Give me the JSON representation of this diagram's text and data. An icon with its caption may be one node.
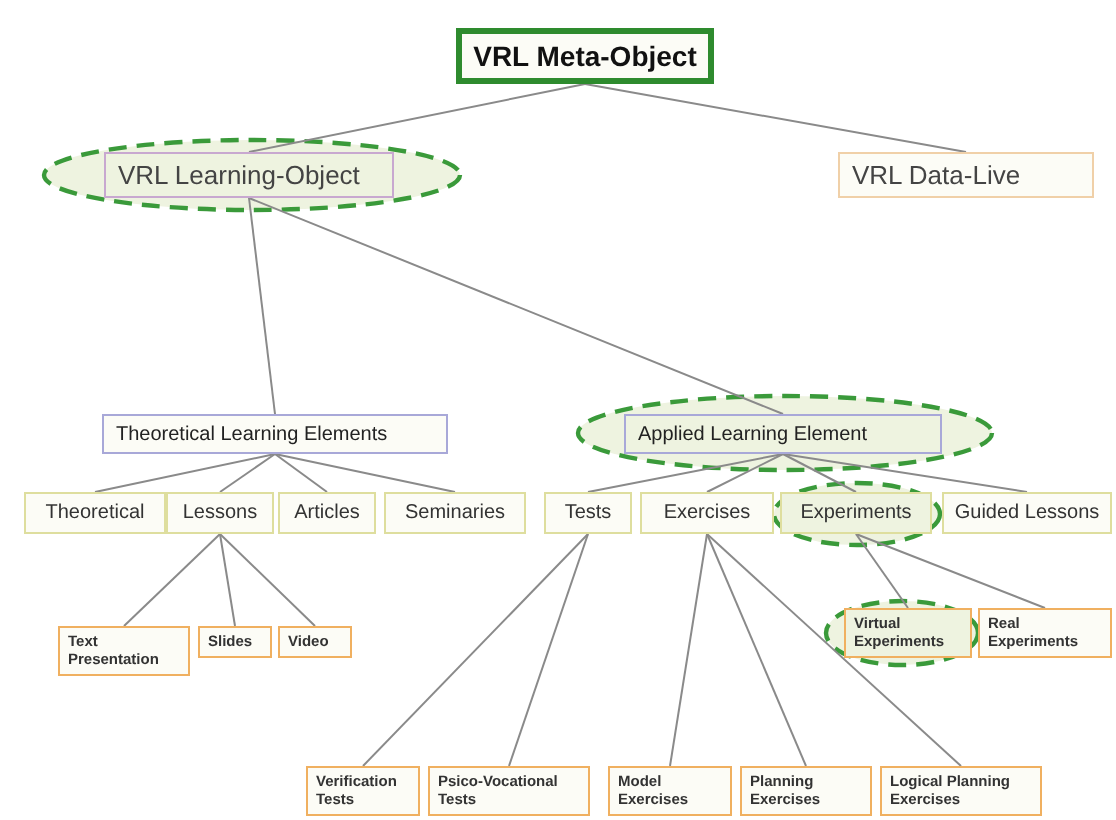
{
  "diagram": {
    "nodes": [
      {
        "text": [
          "VRL Meta-Object"
        ]
      },
      {
        "text": [
          "VRL Learning-Object"
        ]
      },
      {
        "text": [
          "VRL Data-Live"
        ]
      },
      {
        "text": [
          "Theoretical Learning Elements"
        ]
      },
      {
        "text": [
          "Applied Learning Element"
        ]
      },
      {
        "text": [
          "Theoretical"
        ]
      },
      {
        "text": [
          "Lessons"
        ]
      },
      {
        "text": [
          "Articles"
        ]
      },
      {
        "text": [
          "Seminaries"
        ]
      },
      {
        "text": [
          "Tests"
        ]
      },
      {
        "text": [
          "Exercises"
        ]
      },
      {
        "text": [
          "Experiments"
        ]
      },
      {
        "text": [
          "Guided Lessons"
        ]
      },
      {
        "text": [
          "Text Presentation"
        ]
      },
      {
        "text": [
          "Slides"
        ]
      },
      {
        "text": [
          "Video"
        ]
      },
      {
        "text": [
          "Virtual Experiments"
        ]
      },
      {
        "text": [
          "Real Experiments"
        ]
      },
      {
        "text": [
          "Verification Tests"
        ]
      },
      {
        "text": [
          "Psico-Vocational Tests"
        ]
      },
      {
        "text": [
          "Model Exercises"
        ]
      },
      {
        "text": [
          "Planning Exercises"
        ]
      },
      {
        "text": [
          "Logical Planning Exercises"
        ]
      }
    ],
    "edges": [
      {
        "from": 0,
        "to": 1,
        "arrow": "none"
      },
      {
        "from": 0,
        "to": 2,
        "arrow": "none"
      },
      {
        "from": 1,
        "to": 3,
        "arrow": "none"
      },
      {
        "from": 1,
        "to": 4,
        "arrow": "none"
      },
      {
        "from": 3,
        "to": 5,
        "arrow": "none"
      },
      {
        "from": 3,
        "to": 6,
        "arrow": "none"
      },
      {
        "from": 3,
        "to": 7,
        "arrow": "none"
      },
      {
        "from": 3,
        "to": 8,
        "arrow": "none"
      },
      {
        "from": 4,
        "to": 9,
        "arrow": "none"
      },
      {
        "from": 4,
        "to": 10,
        "arrow": "none"
      },
      {
        "from": 4,
        "to": 11,
        "arrow": "none"
      },
      {
        "from": 4,
        "to": 12,
        "arrow": "none"
      },
      {
        "from": 6,
        "to": 13,
        "arrow": "none"
      },
      {
        "from": 6,
        "to": 14,
        "arrow": "none"
      },
      {
        "from": 6,
        "to": 15,
        "arrow": "none"
      },
      {
        "from": 11,
        "to": 16,
        "arrow": "none"
      },
      {
        "from": 11,
        "to": 17,
        "arrow": "none"
      },
      {
        "from": 9,
        "to": 18,
        "arrow": "none"
      },
      {
        "from": 9,
        "to": 19,
        "arrow": "none"
      },
      {
        "from": 10,
        "to": 20,
        "arrow": "none"
      },
      {
        "from": 10,
        "to": 21,
        "arrow": "none"
      },
      {
        "from": 10,
        "to": 22,
        "arrow": "none"
      }
    ]
  }
}
